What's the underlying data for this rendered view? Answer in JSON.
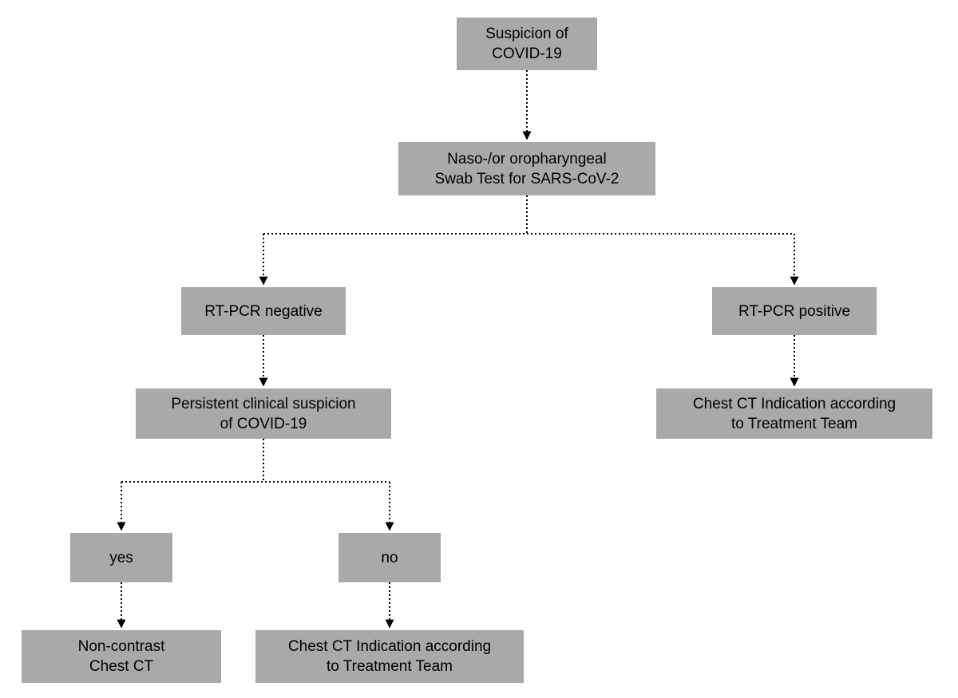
{
  "diagram": {
    "title": "COVID-19 suspicion diagnostic flowchart",
    "colors": {
      "node_fill": "#a9a9a9",
      "text": "#000000",
      "connector": "#000000",
      "background": "#ffffff"
    },
    "nodes": [
      {
        "id": "suspicion",
        "label": "Suspicion of\nCOVID-19"
      },
      {
        "id": "swab-test",
        "label": "Naso-/or oropharyngeal\nSwab Test for SARS-CoV-2"
      },
      {
        "id": "rtpcr-negative",
        "label": "RT-PCR negative"
      },
      {
        "id": "rtpcr-positive",
        "label": "RT-PCR positive"
      },
      {
        "id": "persistent-suspicion",
        "label": "Persistent clinical suspicion\nof COVID-19"
      },
      {
        "id": "ct-indication-positive",
        "label": "Chest CT Indication according\nto Treatment Team"
      },
      {
        "id": "yes",
        "label": "yes"
      },
      {
        "id": "no",
        "label": "no"
      },
      {
        "id": "noncontrast-ct",
        "label": "Non-contrast\nChest CT"
      },
      {
        "id": "ct-indication-no",
        "label": "Chest CT Indication according\nto Treatment Team"
      }
    ]
  }
}
